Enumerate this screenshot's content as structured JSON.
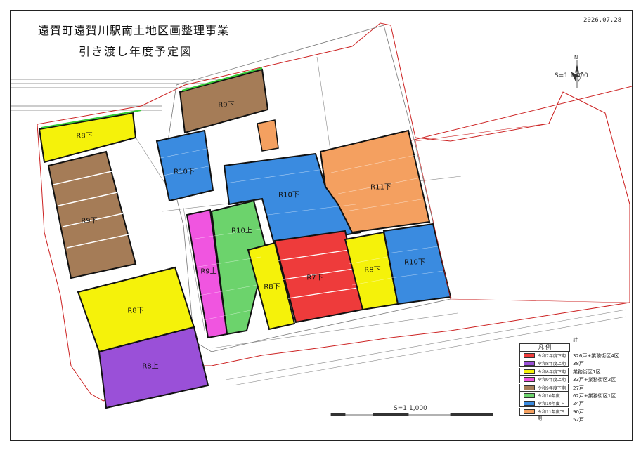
{
  "header": {
    "title": "遠賀町遠賀川駅南土地区画整理事業",
    "subtitle": "引き渡し年度予定図",
    "date": "2026.07.28"
  },
  "map": {
    "scale_top": "S=1:1,000",
    "scale_bottom": "S=1:1,000",
    "compass_label": "N",
    "colors": {
      "R7下": "#ee3b3b",
      "R8上": "#9a50d8",
      "R8下": "#f5f20a",
      "R9上": "#f055e0",
      "R9下": "#a57c57",
      "R10上": "#6cd36c",
      "R10下": "#3a8be0",
      "R11下": "#f4a060"
    },
    "block_labels": {
      "r8_top": "R8下",
      "r9_left": "R9下",
      "r8_big": "R8下",
      "r8_purple": "R8上",
      "r9_top": "R9下",
      "r10_a": "R10下",
      "r10_b": "R10下",
      "r11": "R11下",
      "r10_up": "R10上",
      "r9_up": "R9上",
      "r8_mid": "R8下",
      "r7": "R7下",
      "r8_right": "R8下",
      "r10_c": "R10下"
    }
  },
  "legend": {
    "header": "凡 例",
    "total": "計",
    "rows": [
      {
        "period": "令和7年度下期",
        "count": "326戸+業務街区4区",
        "color": "#ee3b3b"
      },
      {
        "period": "令和8年度上期",
        "count": "38戸",
        "color": "#9a50d8"
      },
      {
        "period": "令和8年度下期",
        "count": "業務街区1区",
        "color": "#f5f20a"
      },
      {
        "period": "令和9年度上期",
        "count": "33戸+業務街区2区",
        "color": "#f055e0"
      },
      {
        "period": "令和9年度下期",
        "count": "27戸",
        "color": "#a57c57"
      },
      {
        "period": "令和10年度上期",
        "count": "62戸+業務街区1区",
        "color": "#6cd36c"
      },
      {
        "period": "令和10年度下期",
        "count": "24戸",
        "color": "#3a8be0"
      },
      {
        "period": "令和11年度下期",
        "count": "90戸",
        "color": "#f4a060"
      },
      {
        "period": "",
        "count": "52戸",
        "color": ""
      }
    ]
  }
}
